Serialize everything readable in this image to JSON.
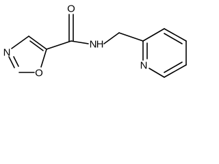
{
  "molecule": {
    "atoms": {
      "amide_oxygen": "O",
      "amide_nitrogen": "N",
      "amide_hydrogen": "H",
      "oxazole_nitrogen": "N",
      "oxazole_oxygen": "O",
      "pyridine_nitrogen": "N"
    }
  }
}
